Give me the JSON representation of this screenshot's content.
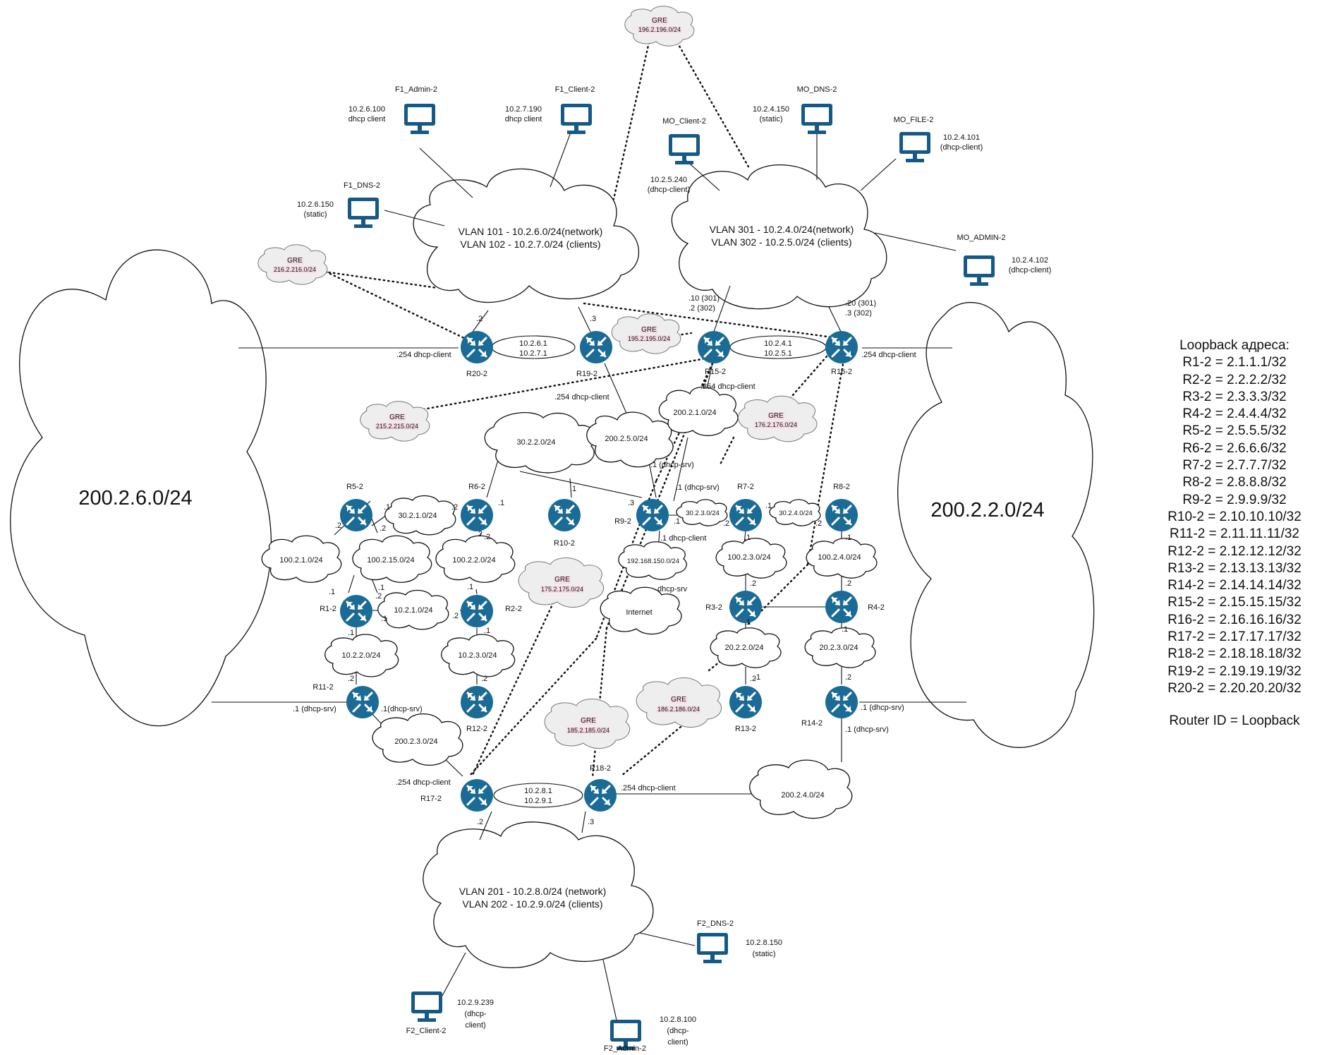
{
  "big_clouds": [
    {
      "id": "west",
      "label": "200.2.6.0/24"
    },
    {
      "id": "east",
      "label": "200.2.2.0/24"
    }
  ],
  "vlan_clouds": [
    {
      "id": "f1",
      "lines": [
        "VLAN 101 - 10.2.6.0/24(network)",
        "VLAN 102 - 10.2.7.0/24 (clients)"
      ]
    },
    {
      "id": "mo",
      "lines": [
        "VLAN 301 - 10.2.4.0/24(network)",
        "VLAN 302 - 10.2.5.0/24 (clients)"
      ]
    },
    {
      "id": "f2",
      "lines": [
        "VLAN 201 - 10.2.8.0/24 (network)",
        "VLAN 202 - 10.2.9.0/24 (clients)"
      ]
    }
  ],
  "net_clouds": [
    {
      "id": "n30220",
      "label": "30.2.2.0/24"
    },
    {
      "id": "n20025",
      "label": "200.2.5.0/24"
    },
    {
      "id": "n20021",
      "label": "200.2.1.0/24"
    },
    {
      "id": "n30210",
      "label": "30.2.1.0/24"
    },
    {
      "id": "n10021",
      "label": "100.2.1.0/24"
    },
    {
      "id": "n100215",
      "label": "100.2.15.0/24"
    },
    {
      "id": "n10022",
      "label": "100.2.2.0/24"
    },
    {
      "id": "n10210",
      "label": "10.2.1.0/24"
    },
    {
      "id": "n10220",
      "label": "10.2.2.0/24"
    },
    {
      "id": "n10230",
      "label": "10.2.3.0/24"
    },
    {
      "id": "n20023",
      "label": "200.2.3.0/24"
    },
    {
      "id": "n30230",
      "label": "30.2.3.0/24"
    },
    {
      "id": "n30240",
      "label": "30.2.4.0/24"
    },
    {
      "id": "n10023",
      "label": "100.2.3.0/24"
    },
    {
      "id": "n10024",
      "label": "100.2.4.0/24"
    },
    {
      "id": "n192",
      "label": "192.168.150.0/24"
    },
    {
      "id": "internet",
      "label": "Internet"
    },
    {
      "id": "n20220",
      "label": "20.2.2.0/24"
    },
    {
      "id": "n20230",
      "label": "20.2.3.0/24"
    },
    {
      "id": "n20024",
      "label": "200.2.4.0/24"
    }
  ],
  "gre_clouds": [
    {
      "id": "g196",
      "title": "GRE",
      "net": "196.2.196.0/24"
    },
    {
      "id": "g216",
      "title": "GRE",
      "net": "216.2.216.0/24"
    },
    {
      "id": "g195",
      "title": "GRE",
      "net": "195.2.195.0/24"
    },
    {
      "id": "g215",
      "title": "GRE",
      "net": "215.2.215.0/24"
    },
    {
      "id": "g176",
      "title": "GRE",
      "net": "176.2.176.0/24"
    },
    {
      "id": "g175",
      "title": "GRE",
      "net": "175.2.175.0/24"
    },
    {
      "id": "g185",
      "title": "GRE",
      "net": "185.2.185.0/24"
    },
    {
      "id": "g186",
      "title": "GRE",
      "net": "186.2.186.0/24"
    }
  ],
  "routers": [
    {
      "id": "R1",
      "label": "R1-2"
    },
    {
      "id": "R2",
      "label": "R2-2"
    },
    {
      "id": "R3",
      "label": "R3-2"
    },
    {
      "id": "R4",
      "label": "R4-2"
    },
    {
      "id": "R5",
      "label": "R5-2"
    },
    {
      "id": "R6",
      "label": "R6-2"
    },
    {
      "id": "R7",
      "label": "R7-2"
    },
    {
      "id": "R8",
      "label": "R8-2"
    },
    {
      "id": "R9",
      "label": "R9-2"
    },
    {
      "id": "R10",
      "label": "R10-2"
    },
    {
      "id": "R11",
      "label": "R11-2"
    },
    {
      "id": "R12",
      "label": "R12-2"
    },
    {
      "id": "R13",
      "label": "R13-2"
    },
    {
      "id": "R14",
      "label": "R14-2"
    },
    {
      "id": "R15",
      "label": "R15-2"
    },
    {
      "id": "R16",
      "label": "R16-2"
    },
    {
      "id": "R17",
      "label": "R17-2"
    },
    {
      "id": "R18",
      "label": "R18-2"
    },
    {
      "id": "R19",
      "label": "R19-2"
    },
    {
      "id": "R20",
      "label": "R20-2"
    }
  ],
  "hosts": [
    {
      "id": "f1admin",
      "name": "F1_Admin-2",
      "ip_lines": [
        "10.2.6.100",
        "dhcp client"
      ]
    },
    {
      "id": "f1client",
      "name": "F1_Client-2",
      "ip_lines": [
        "10.2.7.190",
        "dhcp client"
      ]
    },
    {
      "id": "f1dns",
      "name": "F1_DNS-2",
      "ip_lines": [
        "10.2.6.150",
        "(static)"
      ]
    },
    {
      "id": "moclient",
      "name": "MO_Client-2",
      "ip_lines": [
        "10.2.5.240",
        "(dhcp-client)"
      ]
    },
    {
      "id": "modns",
      "name": "MO_DNS-2",
      "ip_lines": [
        "10.2.4.150",
        "(static)"
      ]
    },
    {
      "id": "mofile",
      "name": "MO_FILE-2",
      "ip_lines": [
        "10.2.4.101",
        "(dhcp-client)"
      ]
    },
    {
      "id": "moadmin",
      "name": "MO_ADMIN-2",
      "ip_lines": [
        "10.2.4.102",
        "(dhcp-client)"
      ]
    },
    {
      "id": "f2dns",
      "name": "F2_DNS-2",
      "ip_lines": [
        "10.2.8.150",
        "(static)"
      ]
    },
    {
      "id": "f2client",
      "name": "F2_Client-2",
      "ip_lines": [
        "10.2.9.239",
        "(dhcp-",
        "client)"
      ]
    },
    {
      "id": "f2admin",
      "name": "F2_Admin-2",
      "ip_lines": [
        "10.2.8.100",
        "(dhcp-",
        "client)"
      ]
    }
  ],
  "link_labels": [
    {
      "id": "l1",
      "text": ".2"
    },
    {
      "id": "l2",
      "text": ".3"
    },
    {
      "id": "l3",
      "text": "10.2.6.1"
    },
    {
      "id": "l4",
      "text": "10.2.7.1"
    },
    {
      "id": "l5",
      "text": ".254 dhcp-client"
    },
    {
      "id": "l6",
      "text": ".254 dhcp-client"
    },
    {
      "id": "l7",
      "text": ".10 (301)"
    },
    {
      "id": "l8",
      "text": ".2 (302)"
    },
    {
      "id": "l9",
      "text": ".20 (301)"
    },
    {
      "id": "l10",
      "text": ".3 (302)"
    },
    {
      "id": "l11",
      "text": "10.2.4.1"
    },
    {
      "id": "l12",
      "text": "10.2.5.1"
    },
    {
      "id": "l13",
      "text": ".254 dhcp-client"
    },
    {
      "id": "l14",
      "text": ".254 dhcp-client"
    },
    {
      "id": "l15",
      "text": ".1 (dhcp-srv)"
    },
    {
      "id": "l16",
      "text": ".1 (dhcp-srv)"
    },
    {
      "id": "l17",
      "text": ".1"
    },
    {
      "id": "l18",
      "text": ".2"
    },
    {
      "id": "l19",
      "text": ".2"
    },
    {
      "id": "l20",
      "text": ".1"
    },
    {
      "id": "l21",
      "text": ".2"
    },
    {
      "id": "l22",
      "text": ".3"
    },
    {
      "id": "l23",
      "text": ".1"
    },
    {
      "id": "l24",
      "text": ".2"
    },
    {
      "id": "l25",
      "text": ".2"
    },
    {
      "id": "l26",
      "text": ".1"
    },
    {
      "id": "l27",
      "text": ".1"
    },
    {
      "id": "l28",
      "text": ".2"
    },
    {
      "id": "l29",
      "text": ".1"
    },
    {
      "id": "l30",
      "text": ".1"
    },
    {
      "id": "l31",
      "text": ".2"
    },
    {
      "id": "l32",
      "text": ".1"
    },
    {
      "id": "l33",
      "text": ".1"
    },
    {
      "id": "l34",
      "text": ".2"
    },
    {
      "id": "l35",
      "text": ".2"
    },
    {
      "id": "l36",
      "text": ".1 (dhcp-srv)"
    },
    {
      "id": "l37",
      "text": ".1(dhcp-srv)"
    },
    {
      "id": "l38",
      "text": ".254 dhcp-client"
    },
    {
      "id": "l39",
      "text": "10.2.8.1"
    },
    {
      "id": "l40",
      "text": "10.2.9.1"
    },
    {
      "id": "l41",
      "text": ".254 dhcp-client"
    },
    {
      "id": "l42",
      "text": ".2"
    },
    {
      "id": "l43",
      "text": ".3"
    },
    {
      "id": "l44",
      "text": ".1"
    },
    {
      "id": "l45",
      "text": ".1 dhcp-client"
    },
    {
      "id": "l46",
      "text": "dhcp-srv"
    },
    {
      "id": "l47",
      "text": ".1"
    },
    {
      "id": "l48",
      "text": ".2"
    },
    {
      "id": "l49",
      "text": ".1"
    },
    {
      "id": "l50",
      "text": ".2"
    },
    {
      "id": "l51",
      "text": ".1"
    },
    {
      "id": "l52",
      "text": ".1"
    },
    {
      "id": "l53",
      "text": ".2"
    },
    {
      "id": "l54",
      "text": ".2"
    },
    {
      "id": "l55",
      "text": ".1"
    },
    {
      "id": "l56",
      "text": ".1"
    },
    {
      "id": "l57",
      "text": ".2"
    },
    {
      "id": "l58",
      "text": ".2"
    },
    {
      "id": "l59",
      "text": ".1 (dhcp-srv)"
    },
    {
      "id": "l60",
      "text": ".1 (dhcp-srv)"
    }
  ],
  "legend": {
    "title": "Loopback адреса:",
    "items": [
      "R1-2 = 2.1.1.1/32",
      "R2-2 = 2.2.2.2/32",
      "R3-2 = 2.3.3.3/32",
      "R4-2 = 2.4.4.4/32",
      "R5-2 = 2.5.5.5/32",
      "R6-2 = 2.6.6.6/32",
      "R7-2 = 2.7.7.7/32",
      "R8-2 = 2.8.8.8/32",
      "R9-2 = 2.9.9.9/32",
      "R10-2 = 2.10.10.10/32",
      "R11-2 = 2.11.11.11/32",
      "R12-2 = 2.12.12.12/32",
      "R13-2 = 2.13.13.13/32",
      "R14-2 = 2.14.14.14/32",
      "R15-2 = 2.15.15.15/32",
      "R16-2 = 2.16.16.16/32",
      "R17-2 = 2.17.17.17/32",
      "R18-2 = 2.18.18.18/32",
      "R19-2 = 2.19.19.19/32",
      "R20-2 = 2.20.20.20/32"
    ],
    "router_id": "Router ID = Loopback"
  },
  "colors": {
    "router_fill": "#1b6b97",
    "host_fill": "#155a86",
    "gre_label_bg": "#f6dde6"
  }
}
